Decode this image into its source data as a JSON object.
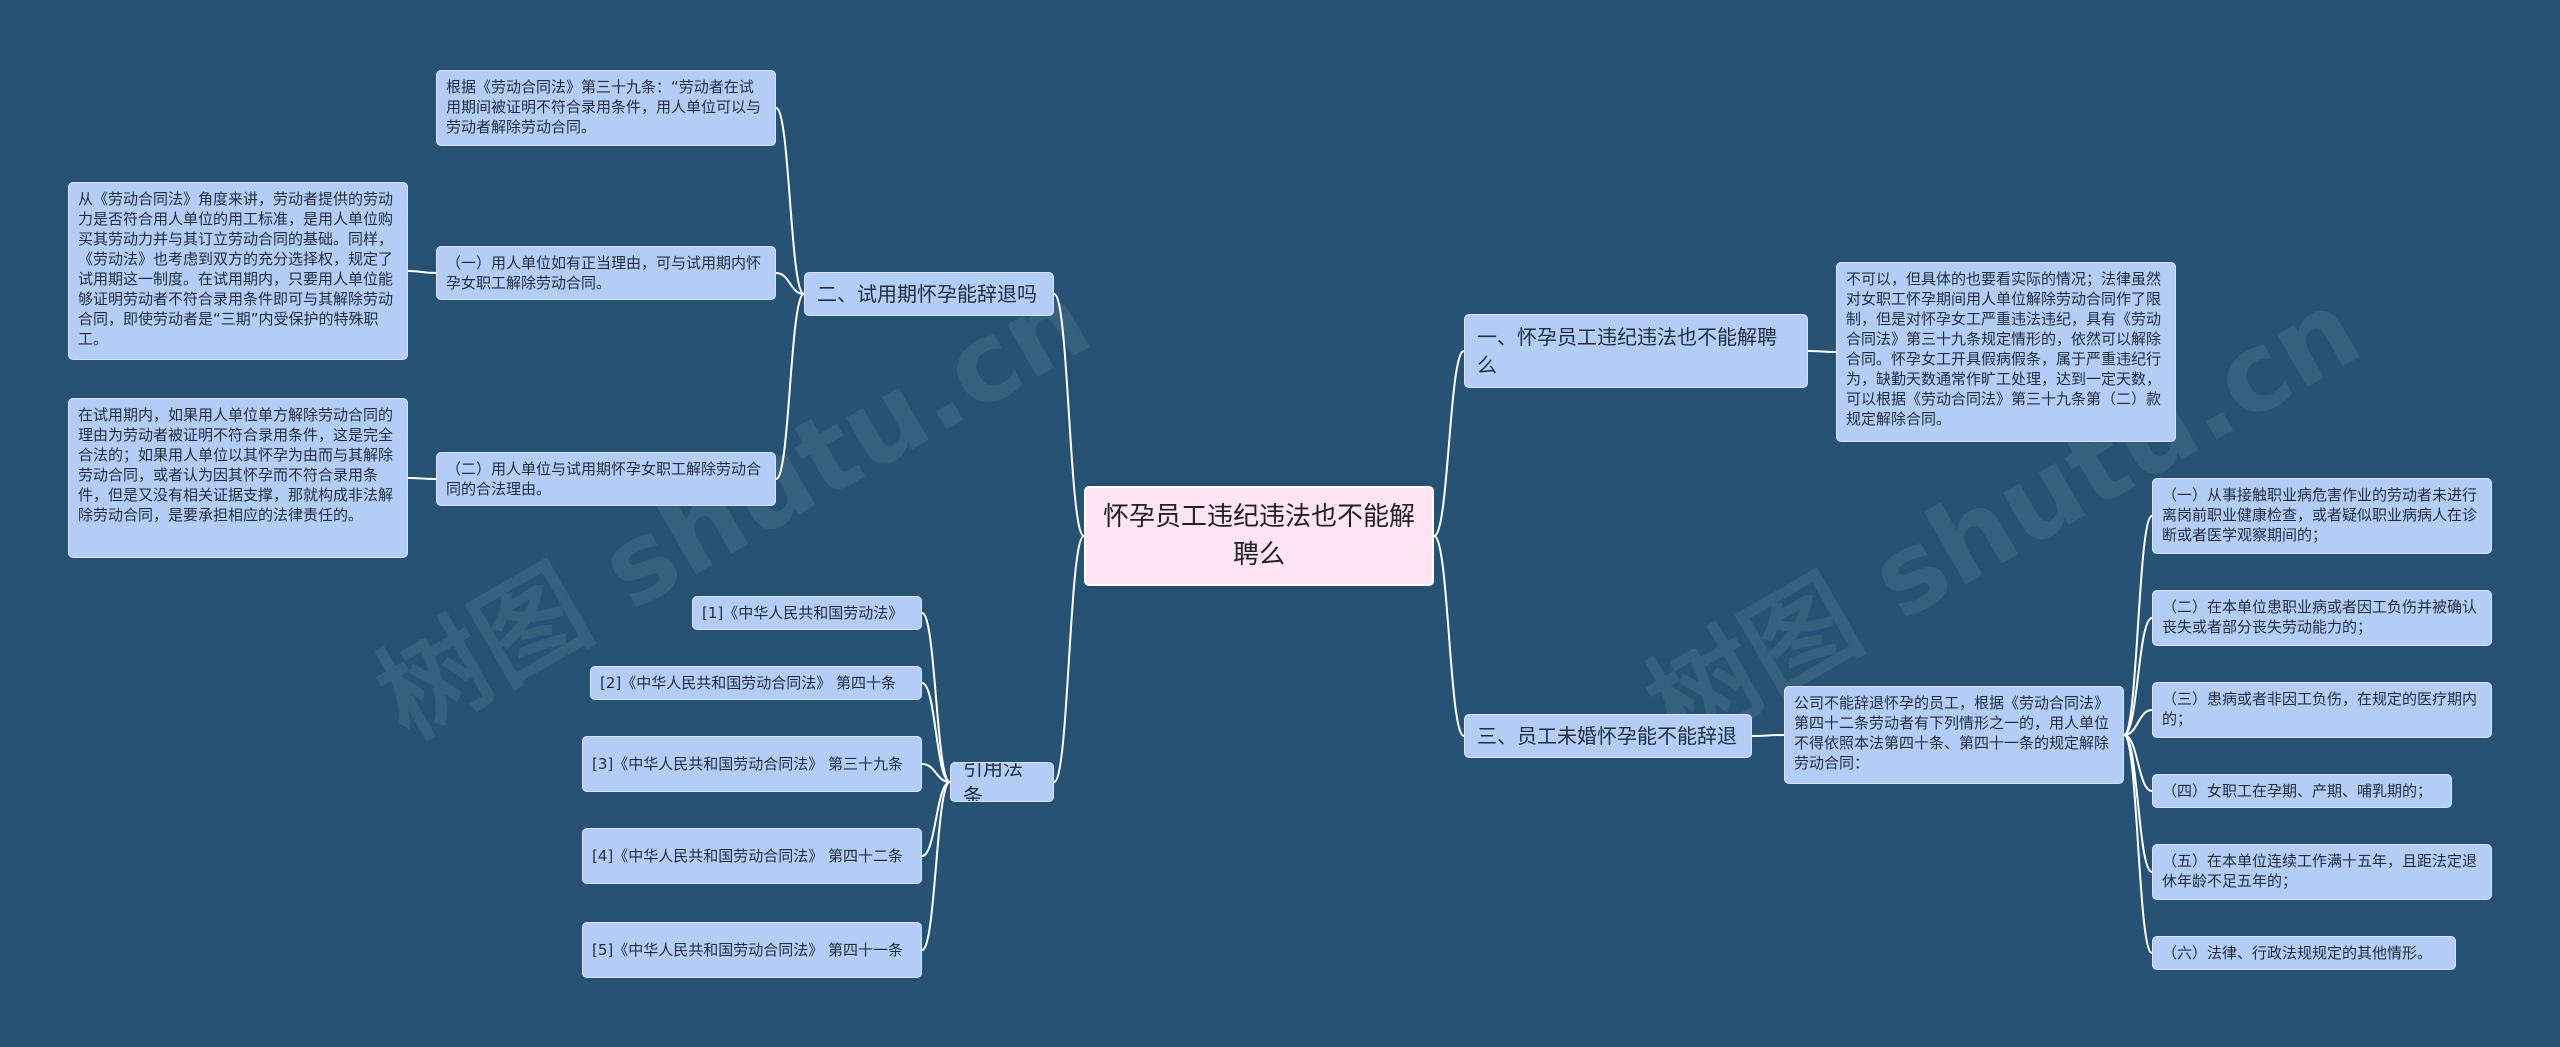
{
  "watermark": "树图 shutu.cn",
  "root": {
    "label": "怀孕员工违纪违法也不能解聘么"
  },
  "branches": {
    "b1": {
      "label": "二、试用期怀孕能辞退吗",
      "c1": "根据《劳动合同法》第三十九条：“劳动者在试用期间被证明不符合录用条件，用人单位可以与劳动者解除劳动合同。",
      "c2": "（一）用人单位如有正当理由，可与试用期内怀孕女职工解除劳动合同。",
      "c2_detail": "从《劳动合同法》角度来讲，劳动者提供的劳动力是否符合用人单位的用工标准，是用人单位购买其劳动力并与其订立劳动合同的基础。同样，《劳动法》也考虑到双方的充分选择权，规定了试用期这一制度。在试用期内，只要用人单位能够证明劳动者不符合录用条件即可与其解除劳动合同，即使劳动者是“三期”内受保护的特殊职工。",
      "c3": "（二）用人单位与试用期怀孕女职工解除劳动合同的合法理由。",
      "c3_detail": "在试用期内，如果用人单位单方解除劳动合同的理由为劳动者被证明不符合录用条件，这是完全合法的；如果用人单位以其怀孕为由而与其解除劳动合同，或者认为因其怀孕而不符合录用条件，但是又没有相关证据支撑，那就构成非法解除劳动合同，是要承担相应的法律责任的。"
    },
    "b2": {
      "label": "引用法条",
      "refs": [
        "[1]《中华人民共和国劳动法》",
        "[2]《中华人民共和国劳动合同法》 第四十条",
        "[3]《中华人民共和国劳动合同法》 第三十九条",
        "[4]《中华人民共和国劳动合同法》 第四十二条",
        "[5]《中华人民共和国劳动合同法》 第四十一条"
      ]
    },
    "b3": {
      "label": "一、怀孕员工违纪违法也不能解聘么",
      "c1": "不可以，但具体的也要看实际的情况；法律虽然对女职工怀孕期间用人单位解除劳动合同作了限制，但是对怀孕女工严重违法违纪，具有《劳动合同法》第三十九条规定情形的，依然可以解除合同。怀孕女工开具假病假条，属于严重违纪行为，缺勤天数通常作旷工处理，达到一定天数，可以根据《劳动合同法》第三十九条第（二）款规定解除合同。"
    },
    "b4": {
      "label": "三、员工未婚怀孕能不能辞退",
      "c1": "公司不能辞退怀孕的员工，根据《劳动合同法》第四十二条劳动者有下列情形之一的，用人单位不得依照本法第四十条、第四十一条的规定解除劳动合同：",
      "items": [
        "（一）从事接触职业病危害作业的劳动者未进行离岗前职业健康检查，或者疑似职业病病人在诊断或者医学观察期间的；",
        "（二）在本单位患职业病或者因工负伤并被确认丧失或者部分丧失劳动能力的；",
        "（三）患病或者非因工负伤，在规定的医疗期内的；",
        "（四）女职工在孕期、产期、哺乳期的；",
        "（五）在本单位连续工作满十五年，且距法定退休年龄不足五年的；",
        "（六）法律、行政法规规定的其他情形。"
      ]
    }
  }
}
